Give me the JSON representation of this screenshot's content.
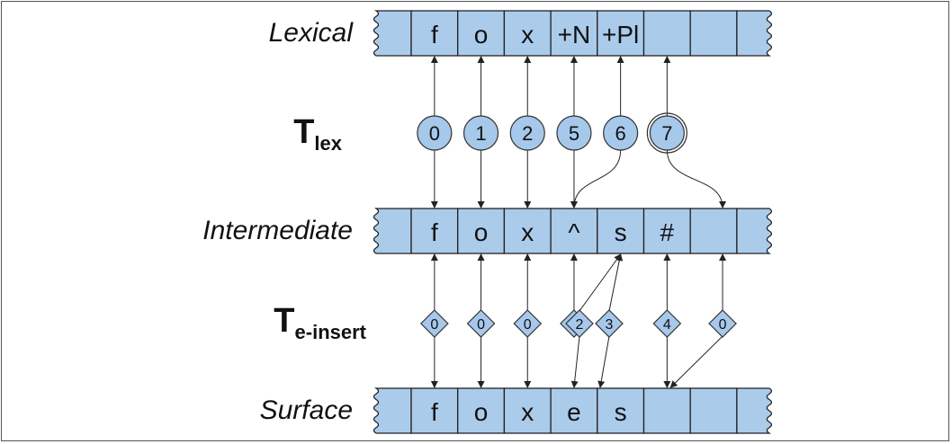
{
  "tapes": [
    {
      "label": "Lexical",
      "cells": [
        "f",
        "o",
        "x",
        "+N",
        "+Pl",
        "",
        ""
      ]
    },
    {
      "label": "Intermediate",
      "cells": [
        "f",
        "o",
        "x",
        "^",
        "s",
        "#",
        ""
      ]
    },
    {
      "label": "Surface",
      "cells": [
        "f",
        "o",
        "x",
        "e",
        "s",
        "",
        ""
      ]
    }
  ],
  "transducers": {
    "lex": {
      "name": "T",
      "subscript": "lex",
      "states": [
        "0",
        "1",
        "2",
        "5",
        "6",
        "7"
      ]
    },
    "e_insert": {
      "name": "T",
      "subscript": "e-insert",
      "states": [
        "0",
        "0",
        "0",
        "1",
        "2",
        "3",
        "4",
        "0"
      ]
    }
  },
  "colors": {
    "cell_fill": "#abcbeb",
    "cell_stroke": "#222222",
    "node_fill": "#a6c8ea",
    "arrow": "#222222"
  }
}
